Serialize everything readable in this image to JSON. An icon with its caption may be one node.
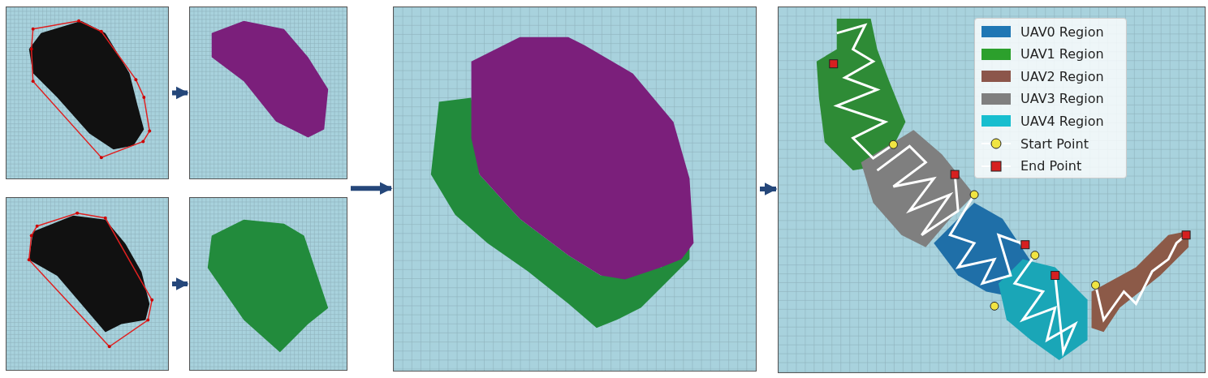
{
  "diagram": {
    "nodes": [
      {
        "text": [],
        "shape": "picture"
      },
      {
        "text": [],
        "shape": "picture"
      },
      {
        "text": [],
        "shape": "picture"
      },
      {
        "text": [],
        "shape": "picture"
      },
      {
        "text": [],
        "shape": "picture"
      },
      {
        "text": [],
        "shape": "picture"
      }
    ],
    "edges": [
      {
        "from": 0,
        "to": 1,
        "arrow": "to"
      },
      {
        "from": 2,
        "to": 3,
        "arrow": "to"
      },
      {
        "from": 1,
        "to": 4,
        "arrow": "to"
      },
      {
        "from": 3,
        "to": 4,
        "arrow": "to"
      },
      {
        "from": 4,
        "to": 5,
        "arrow": "to"
      }
    ],
    "legend": [
      {
        "text": "UAV0 Region",
        "color": "#1f77b4"
      },
      {
        "text": "UAV1 Region",
        "color": "#2ca02c"
      },
      {
        "text": "UAV2 Region",
        "color": "#8c564b"
      },
      {
        "text": "UAV3 Region",
        "color": "#7f7f7f"
      },
      {
        "text": "UAV4 Region",
        "color": "#17becf"
      },
      {
        "text": "Start Point"
      },
      {
        "text": "End Point"
      }
    ]
  }
}
